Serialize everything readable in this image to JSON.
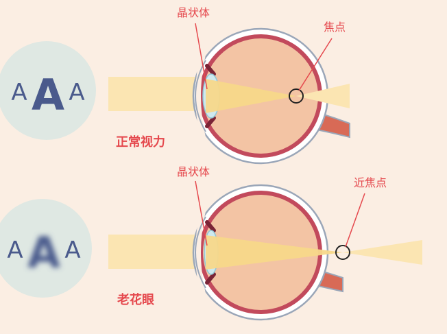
{
  "panels": [
    {
      "id": "normal",
      "caption": "正常视力",
      "letters": [
        "A",
        "A",
        "A"
      ],
      "lens_label": "晶状体",
      "focus_label": "焦点",
      "blurred_center": false
    },
    {
      "id": "presbyopia",
      "caption": "老花眼",
      "letters": [
        "A",
        "A",
        "A"
      ],
      "lens_label": "晶状体",
      "focus_label": "近焦点",
      "blurred_center": true
    }
  ],
  "colors": {
    "background": "#fbeee3",
    "letter_circle": "#dfe8e3",
    "letter": "#4a5a8c",
    "beam": "#fbe5b2",
    "beam_focused": "#f7d88a",
    "eyeball": "#f3c4a4",
    "sclera_outline": "#9aa6b8",
    "retina": "#c24a5c",
    "optic_nerve": "#d86a56",
    "label_red": "#e5484d"
  }
}
